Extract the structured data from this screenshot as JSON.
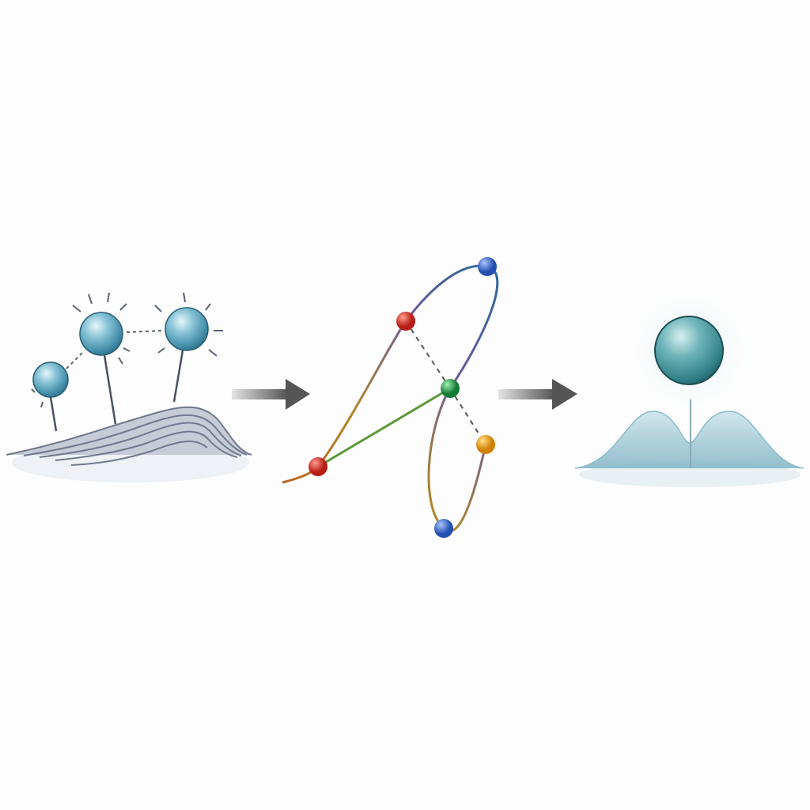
{
  "colors": {
    "background": "#fdfdfd",
    "sphere_teal": "#4a9ab5",
    "surface_gray": "#7d8797",
    "arrow_gray": "#6a6a6a",
    "node_red": "#d02a20",
    "node_blue": "#2f62c4",
    "node_green": "#1f9a45",
    "node_orange": "#e59a10",
    "bell_teal": "#9cc8d6"
  },
  "panels": [
    {
      "id": "scattered-spheres-on-surface",
      "sphere_count": 3
    },
    {
      "id": "graph-network",
      "node_colors": [
        "red",
        "red",
        "blue",
        "green",
        "orange",
        "blue"
      ]
    },
    {
      "id": "single-sphere-on-peak",
      "sphere_count": 1
    }
  ],
  "arrows": [
    "right-arrow",
    "right-arrow"
  ]
}
